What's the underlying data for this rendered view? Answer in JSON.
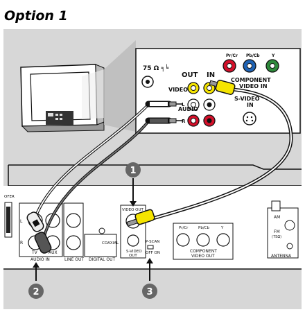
{
  "title": "Option 1",
  "tv_panel": {
    "impedance": "75 Ω ╕╘",
    "out": "OUT",
    "in": "IN",
    "video": "VIDEO",
    "audio": "AUDIO",
    "l": "L",
    "r": "R",
    "pr": "Pr/Cr",
    "pb": "Pb/Cb",
    "y": "Y",
    "component": "COMPONENT",
    "video_in": "VIDEO IN",
    "svideo": "S-VIDEO",
    "svideo_in": "IN"
  },
  "player_panel": {
    "ofer": "OFER",
    "l": "L",
    "r": "R",
    "tv": "TV",
    "aux": "AUX",
    "audio_in": "AUDIO IN",
    "line_out": "LINE OUT",
    "coaxial": "COAXIAL",
    "digital_out": "DIGITAL OUT",
    "video_out": "VIDEO OUT",
    "svideo": "S-VIDEO",
    "out": "OUT",
    "pscan": "P-SCAN",
    "off_on": "OFF ON",
    "pr": "Pr/Cr",
    "pb": "Pb/Cb",
    "y": "Y",
    "component": "COMPONENT",
    "video_out2": "VIDEO OUT",
    "am": "AM",
    "fm": "FM",
    "fm_ohm": "(75Ω)",
    "antenna": "ANTENNA"
  },
  "steps": {
    "one": "1",
    "two": "2",
    "three": "3"
  },
  "colors": {
    "yellow": "#f5e400",
    "red": "#d4102a",
    "blue": "#1f63b5",
    "green": "#2e8a3b",
    "panel": "#d7d7d7"
  }
}
